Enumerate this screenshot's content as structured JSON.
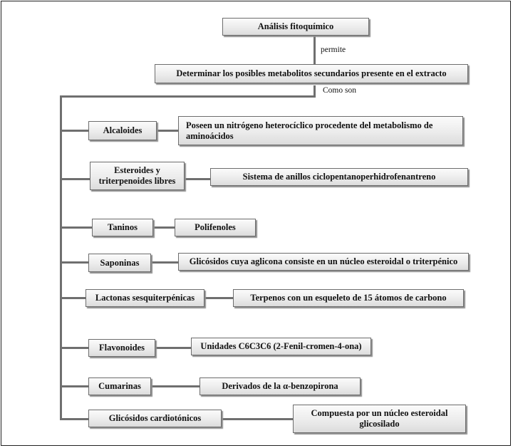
{
  "title": "Análisis fitoquímico",
  "connector_1": "permite",
  "goal": "Determinar los posibles metabolitos secundarios presente en el extracto",
  "connector_2": "Como son",
  "categories": [
    {
      "name": "Alcaloides",
      "description": "Poseen un nitrógeno heterocíclico procedente del metabolismo de aminoácidos"
    },
    {
      "name": "Esteroides y triterpenoides libres",
      "description": "Sistema de anillos ciclopentanoperhidrofenantreno"
    },
    {
      "name": "Taninos",
      "description": "Polifenoles"
    },
    {
      "name": "Saponinas",
      "description": "Glicósidos cuya aglicona consiste en un núcleo esteroidal o triterpénico"
    },
    {
      "name": "Lactonas sesquiterpénicas",
      "description": "Terpenos con un esqueleto de 15 átomos de carbono"
    },
    {
      "name": "Flavonoides",
      "description": "Unidades C6C3C6 (2-Fenil-cromen-4-ona)"
    },
    {
      "name": "Cumarinas",
      "description": "Derivados de la α-benzopirona"
    },
    {
      "name": "Glicósidos cardiotónicos",
      "description": "Compuesta por un núcleo esteroidal glicosilado"
    }
  ]
}
